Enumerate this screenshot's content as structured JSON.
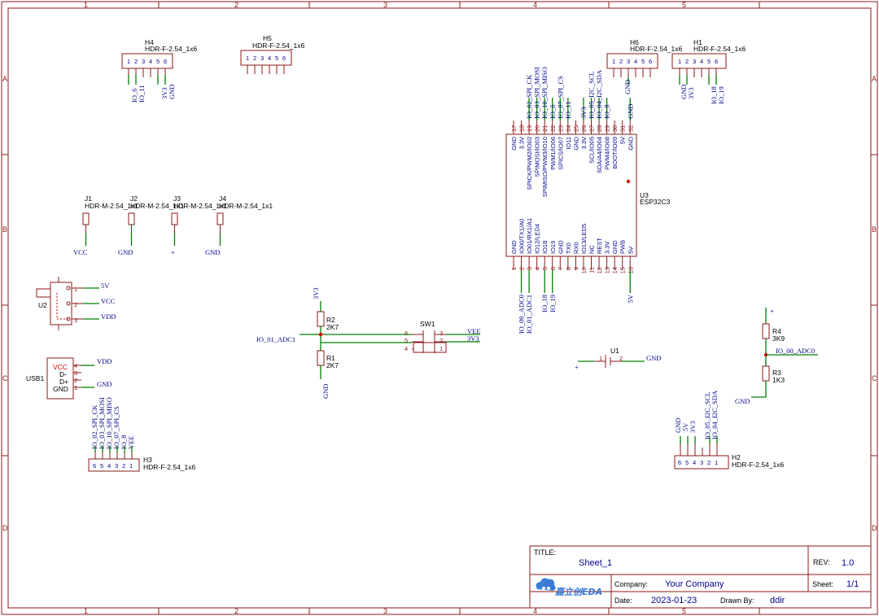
{
  "zones": {
    "cols": [
      "1",
      "2",
      "3",
      "4",
      "5"
    ],
    "rows": [
      "A",
      "B",
      "C",
      "D"
    ]
  },
  "title_block": {
    "title_label": "TITLE:",
    "title": "Sheet_1",
    "rev_label": "REV:",
    "rev": "1.0",
    "company_label": "Company:",
    "company": "Your Company",
    "sheet_label": "Sheet:",
    "sheet": "1/1",
    "date_label": "Date:",
    "date": "2023-01-23",
    "drawn_label": "Drawn By:",
    "drawn": "ddir",
    "logo_text": "嘉立创EDA"
  },
  "headers": {
    "h4": {
      "ref": "H4",
      "value": "HDR-F-2.54_1x6",
      "pins": [
        "1",
        "2",
        "3",
        "4",
        "5",
        "6"
      ],
      "nets": [
        "IO_6",
        "IO_11",
        "",
        "",
        "3V3",
        "GND"
      ]
    },
    "h5": {
      "ref": "H5",
      "value": "HDR-F-2.54_1x6",
      "pins": [
        "1",
        "2",
        "3",
        "4",
        "5",
        "6"
      ]
    },
    "h6": {
      "ref": "H6",
      "value": "HDR-F-2.54_1x6",
      "pins": [
        "1",
        "2",
        "3",
        "4",
        "5",
        "6"
      ],
      "nets": [
        "GND"
      ]
    },
    "h1": {
      "ref": "H1",
      "value": "HDR-F-2.54_1x6",
      "pins": [
        "1",
        "2",
        "3",
        "4",
        "5",
        "6"
      ],
      "nets": [
        "GND",
        "3V3",
        "IO_18",
        "IO_19"
      ]
    },
    "h3": {
      "ref": "H3",
      "value": "HDR-F-2.54_1x6",
      "pins": [
        "6",
        "5",
        "4",
        "3",
        "2",
        "1"
      ],
      "nets": [
        "IO_02_SPI_CK",
        "IO_03_SPI_MOSI",
        "IO_10_SPI_MISO",
        "IO_07_SPI_CS",
        "IO_8",
        "VEE"
      ]
    },
    "h2": {
      "ref": "H2",
      "value": "HDR-F-2.54_1x6",
      "pins": [
        "6",
        "5",
        "4",
        "3",
        "2",
        "1"
      ],
      "nets": [
        "GND",
        "5V",
        "3V3",
        "IO_05_I2C_SCL",
        "IO_04_I2C_SDA"
      ]
    }
  },
  "jumpers": [
    {
      "ref": "J1",
      "value": "HDR-M-2.54_1x1",
      "net": "VCC"
    },
    {
      "ref": "J2",
      "value": "HDR-M-2.54_1x1",
      "net": "GND"
    },
    {
      "ref": "J3",
      "value": "HDR-M-2.54_1x1",
      "net": "+"
    },
    {
      "ref": "J4",
      "value": "HDR-M-2.54_1x1",
      "net": "GND"
    }
  ],
  "u2": {
    "ref": "U2",
    "pins": [
      "1",
      "2",
      "3"
    ],
    "nets": [
      "5V",
      "VCC",
      "VDD"
    ]
  },
  "usb1": {
    "ref": "USB1",
    "pins": [
      "VCC",
      "D-",
      "D+",
      "GND"
    ],
    "pin_nums": [
      "4",
      "3",
      "2",
      "1"
    ],
    "nets": [
      "VDD",
      "GND"
    ]
  },
  "resistors": {
    "r2": {
      "ref": "R2",
      "value": "2K7"
    },
    "r1": {
      "ref": "R1",
      "value": "2K7"
    },
    "r4": {
      "ref": "R4",
      "value": "3K9"
    },
    "r3": {
      "ref": "R3",
      "value": "1K3"
    }
  },
  "divider_nets": {
    "top": "3V3",
    "mid": "IO_01_ADC1",
    "bot": "GND"
  },
  "sw1": {
    "ref": "SW1",
    "pins": [
      "6",
      "5",
      "4",
      "3",
      "2",
      "1"
    ],
    "nets": [
      "VEE",
      "3V3"
    ]
  },
  "u1": {
    "ref": "U1",
    "pins": [
      "1",
      "2"
    ],
    "nets": [
      "+",
      "GND"
    ]
  },
  "r34_nets": {
    "top": "+",
    "mid": "IO_00_ADC0",
    "bot": "GND"
  },
  "u3": {
    "ref": "U3",
    "value": "ESP32C3",
    "top_pins": [
      "17",
      "18",
      "19",
      "20",
      "21",
      "22",
      "23",
      "24",
      "25",
      "26",
      "27",
      "28",
      "29",
      "30",
      "31",
      "32"
    ],
    "top_labels": [
      "GND",
      "3.3V",
      "SPICK/PWM2/IO02",
      "SPIMOSI/IO03",
      "SPIMISO/PWM3/IO10",
      "PWM1/IO06",
      "SPICS/IO07",
      "IO11",
      "GND",
      "3.3V",
      "SCL/IO05",
      "SDA/A4/IO04",
      "PWM4/IO08",
      "BOOT/IO09",
      "5V",
      "GND"
    ],
    "top_nets": [
      "",
      "",
      "IO_02_SPI_CK",
      "IO_03_SPI_MOSI",
      "IO_10_SPI_MISO",
      "IO_6",
      "IO_07_SPI_CS",
      "IO_11",
      "",
      "3V3",
      "IO_05_I2C_SCL",
      "IO_04_I2C_SDA",
      "IO_8",
      "",
      "",
      "GND"
    ],
    "bottom_pins": [
      "1",
      "2",
      "3",
      "4",
      "5",
      "6",
      "7",
      "8",
      "9",
      "10",
      "11",
      "12",
      "13",
      "14",
      "15",
      "16"
    ],
    "bottom_labels": [
      "GND",
      "IO00/TX1/A0",
      "IO01/RX1/A1",
      "IO12/LED4",
      "IO18",
      "IO19",
      "GND",
      "TX0",
      "RX0",
      "IO13/LED5",
      "NC",
      "REST",
      "3.3V",
      "GND",
      "PWB",
      "5V"
    ],
    "bottom_nets": [
      "",
      "IO_00_ADC0",
      "IO_01_ADC1",
      "",
      "IO_18",
      "IO_19",
      "",
      "",
      "",
      "",
      "",
      "",
      "",
      "",
      "",
      "5V"
    ]
  }
}
